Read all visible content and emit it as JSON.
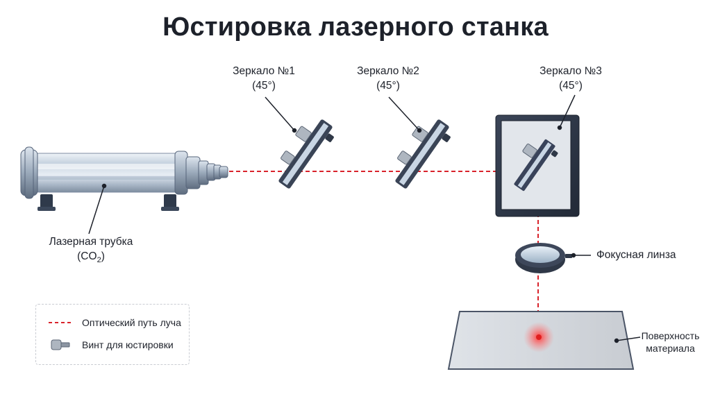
{
  "title": "Юстировка лазерного станка",
  "labels": {
    "laser_tube_line1": "Лазерная трубка",
    "laser_tube_line2": "(CO",
    "laser_tube_sub": "2",
    "laser_tube_close": ")",
    "mirror1_line1": "Зеркало №1",
    "mirror1_line2": "(45°)",
    "mirror2_line1": "Зеркало №2",
    "mirror2_line2": "(45°)",
    "mirror3_line1": "Зеркало №3",
    "mirror3_line2": "(45°)",
    "focus_lens": "Фокусная линза",
    "material_line1": "Поверхность",
    "material_line2": "материала"
  },
  "legend": {
    "beam_path": "Оптический путь луча",
    "adjust_screw": "Винт для юстировки"
  },
  "colors": {
    "beam": "#d9232b",
    "metal_dark": "#2b3444",
    "glass": "#c9dced"
  }
}
